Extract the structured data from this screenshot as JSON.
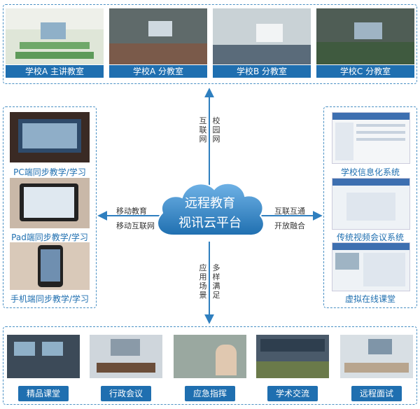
{
  "top": {
    "rooms": [
      {
        "label": "学校A 主讲教室"
      },
      {
        "label": "学校A 分教室"
      },
      {
        "label": "学校B 分教室"
      },
      {
        "label": "学校C 分教室"
      }
    ]
  },
  "left": {
    "terminals": [
      {
        "label": "PC端同步教学/学习"
      },
      {
        "label": "Pad端同步教学/学习"
      },
      {
        "label": "手机端同步教学/学习"
      }
    ]
  },
  "right": {
    "systems": [
      {
        "label": "学校信息化系统"
      },
      {
        "label": "传统视频会议系统"
      },
      {
        "label": "虚拟在线课堂"
      }
    ]
  },
  "bottom": {
    "scenes": [
      {
        "label": "精品课堂"
      },
      {
        "label": "行政会议"
      },
      {
        "label": "应急指挥"
      },
      {
        "label": "学术交流"
      },
      {
        "label": "远程面试"
      }
    ]
  },
  "center": {
    "line1": "远程教育",
    "line2": "视讯云平台"
  },
  "connectors": {
    "top_left": "互联网",
    "top_right": "校园网",
    "left_1": "移动教育",
    "left_2": "移动互联网",
    "right_1": "互联互通",
    "right_2": "开放融合",
    "bottom_left": "应用场景",
    "bottom_right": "多样满足"
  },
  "colors": {
    "accent": "#1f6fb0",
    "border": "#4a90c4",
    "cloud": "#2f7fbf"
  }
}
